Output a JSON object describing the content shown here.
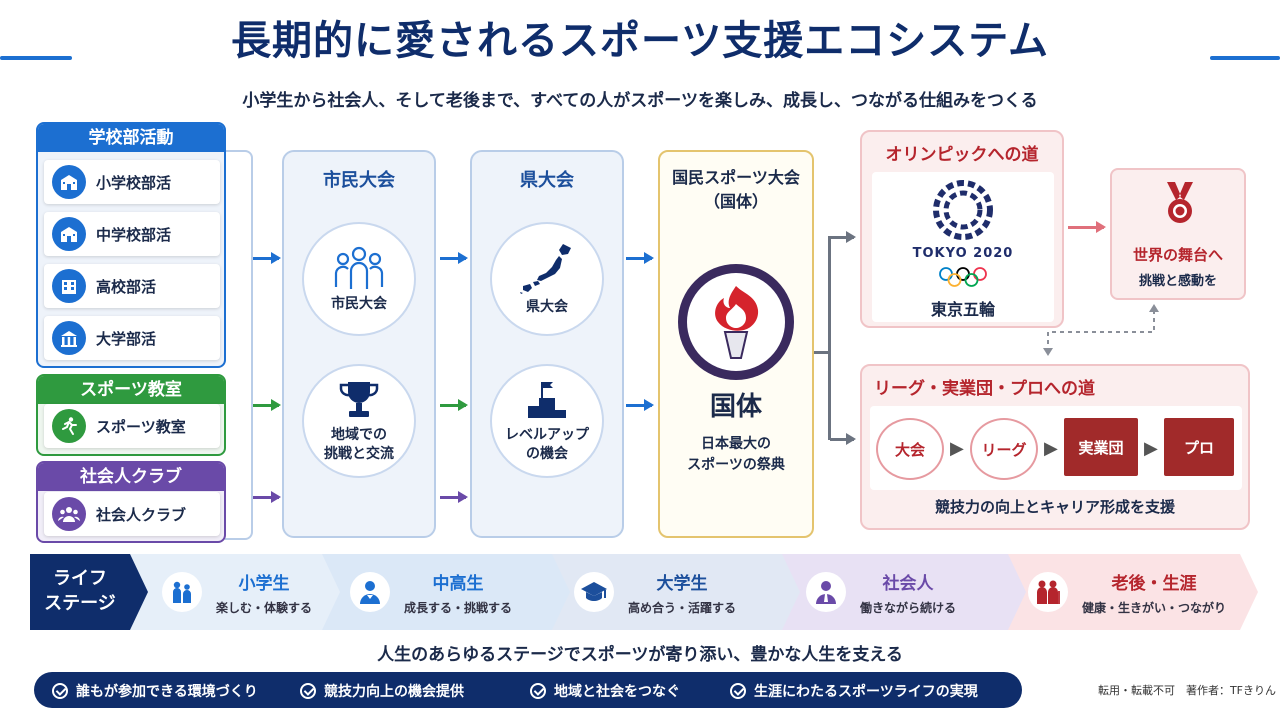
{
  "title": "長期的に愛されるスポーツ支援エコシステム",
  "subtitle": "小学生から社会人、そして老後まで、すべての人がスポーツを楽しみ、成長し、つながる仕組みをつくる",
  "colors": {
    "navy": "#0f2d6b",
    "blue": "#1c6fd1",
    "green": "#2f9a3f",
    "purple": "#6a4aa8",
    "red": "#b5252d",
    "gold": "#e4c46e"
  },
  "entry_groups": [
    {
      "title": "学校部活動",
      "color": "#1c6fd1",
      "items": [
        {
          "label": "小学校部活",
          "icon": "school-icon"
        },
        {
          "label": "中学校部活",
          "icon": "school-icon"
        },
        {
          "label": "高校部活",
          "icon": "building-icon"
        },
        {
          "label": "大学部活",
          "icon": "building-icon"
        }
      ]
    },
    {
      "title": "スポーツ教室",
      "color": "#2f9a3f",
      "items": [
        {
          "label": "スポーツ教室",
          "icon": "runner-icon"
        }
      ]
    },
    {
      "title": "社会人クラブ",
      "color": "#6a4aa8",
      "items": [
        {
          "label": "社会人クラブ",
          "icon": "group-icon"
        }
      ]
    }
  ],
  "city": {
    "title": "市民大会",
    "items": [
      "市民大会",
      "地域での\n挑戦と交流"
    ]
  },
  "pref": {
    "title": "県大会",
    "items": [
      "県大会",
      "レベルアップ\nの機会"
    ]
  },
  "national": {
    "title": "国民スポーツ大会\n（国体）",
    "name": "国体",
    "desc": "日本最大の\nスポーツの祭典"
  },
  "olympic": {
    "title": "オリンピックへの道",
    "logo_text": "TOKYO 2020",
    "label": "東京五輪"
  },
  "world": {
    "title": "世界の舞台へ",
    "desc": "挑戦と感動を"
  },
  "league": {
    "title": "リーグ・実業団・プロへの道",
    "steps": [
      "大会",
      "リーグ",
      "実業団",
      "プロ"
    ],
    "caption": "競技力の向上とキャリア形成を支援"
  },
  "life_stage": {
    "label": "ライフ\nステージ",
    "stages": [
      {
        "name": "小学生",
        "desc": "楽しむ・体験する",
        "color": "#1c6fd1",
        "icon": "children-icon"
      },
      {
        "name": "中高生",
        "desc": "成長する・挑戦する",
        "color": "#1c6fd1",
        "icon": "student-icon"
      },
      {
        "name": "大学生",
        "desc": "高め合う・活躍する",
        "color": "#1c4f9c",
        "icon": "graduation-cap-icon"
      },
      {
        "name": "社会人",
        "desc": "働きながら続ける",
        "color": "#6a4aa8",
        "icon": "worker-icon"
      },
      {
        "name": "老後・生涯",
        "desc": "健康・生きがい・つながり",
        "color": "#b5252d",
        "icon": "elderly-couple-icon"
      }
    ]
  },
  "tagline": "人生のあらゆるステージでスポーツが寄り添い、豊かな人生を支える",
  "values": [
    "誰もが参加できる環境づくり",
    "競技力向上の機会提供",
    "地域と社会をつなぐ",
    "生涯にわたるスポーツライフの実現"
  ],
  "credit": "転用・転載不可　著作者：TFきりん"
}
